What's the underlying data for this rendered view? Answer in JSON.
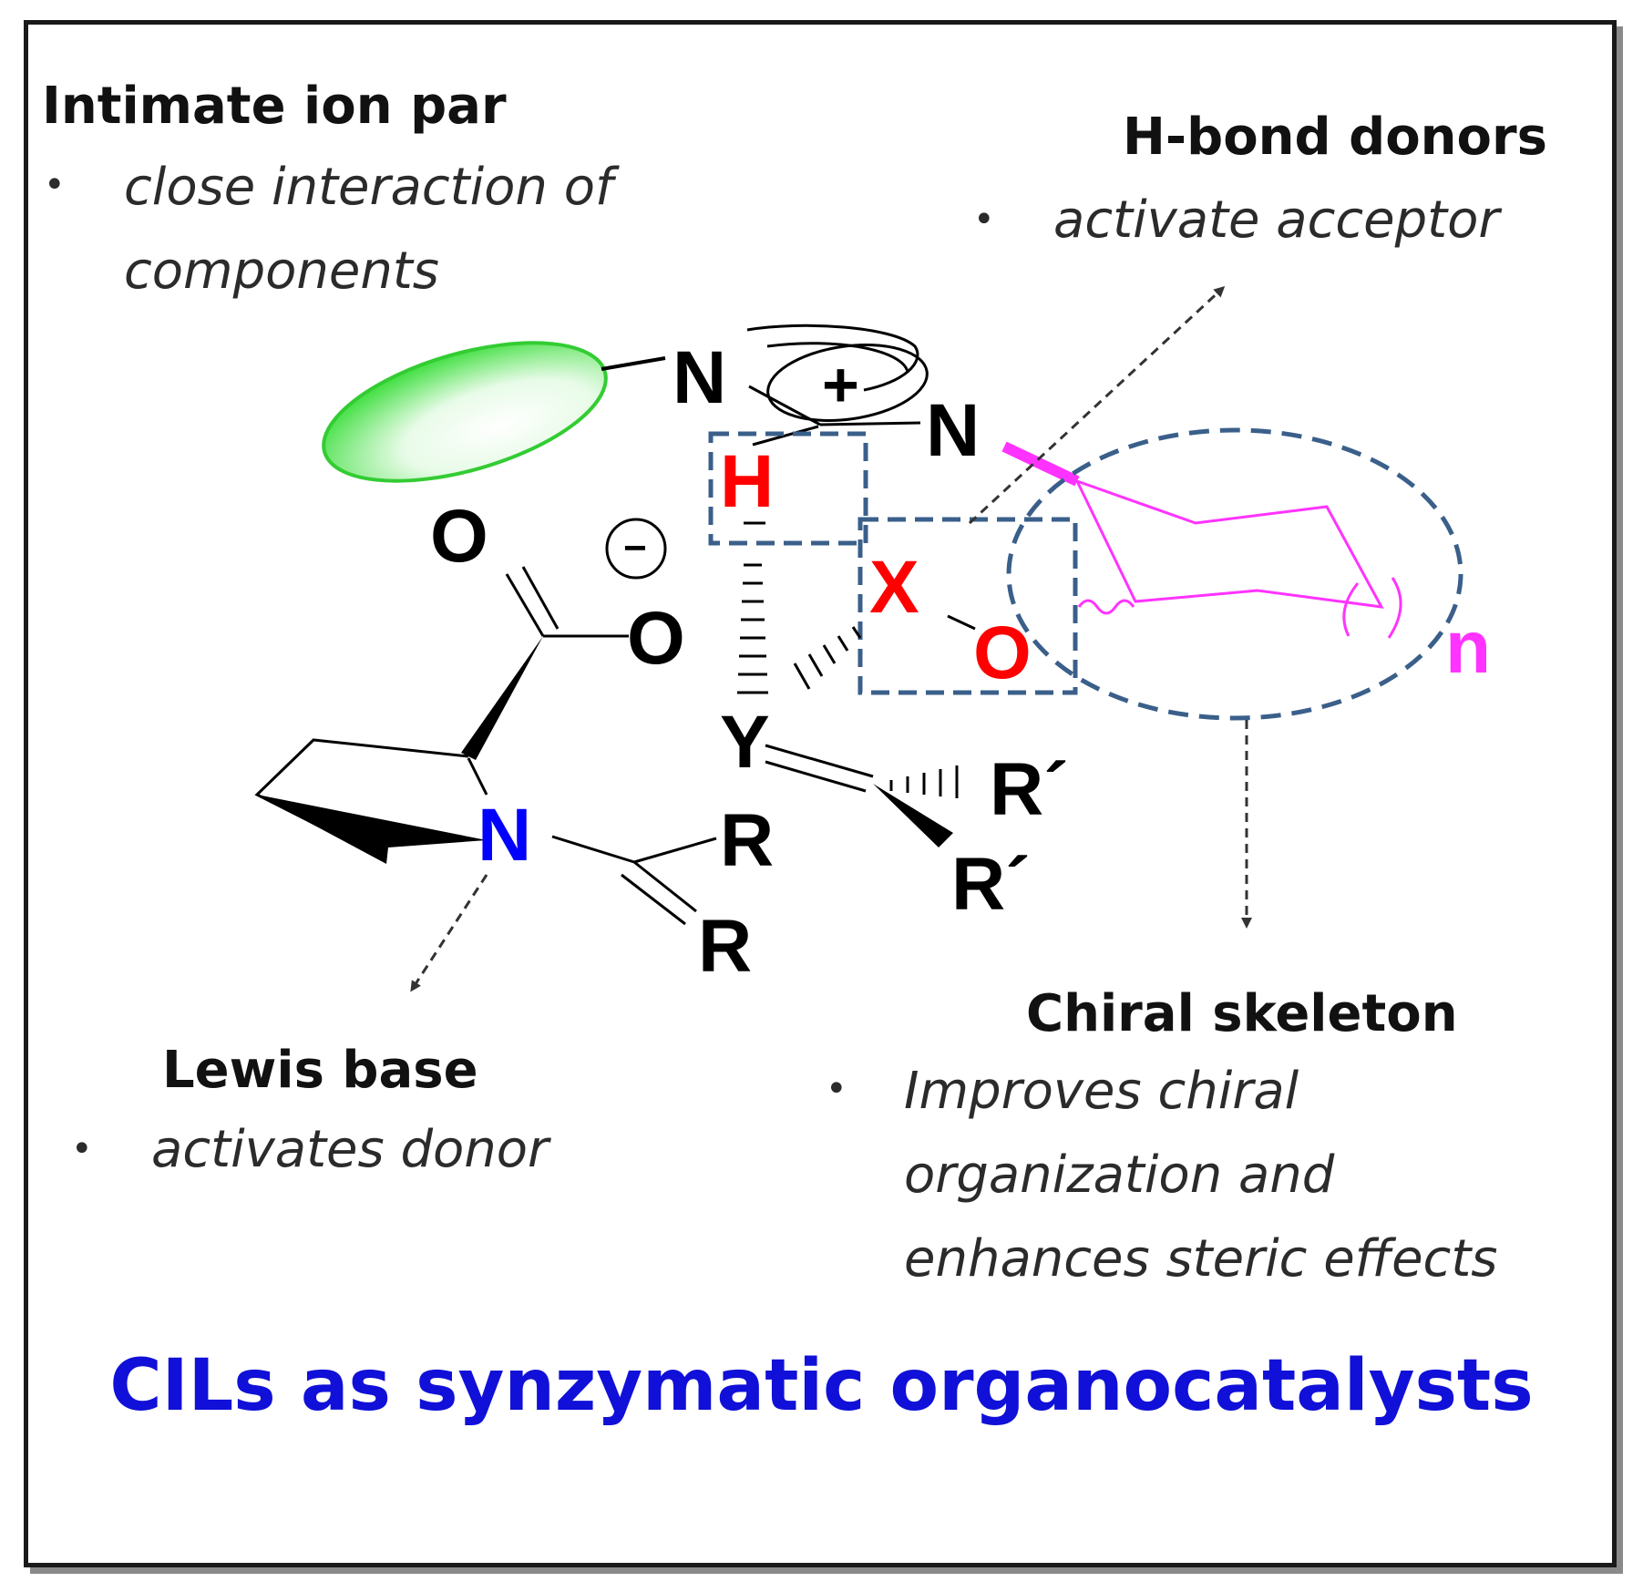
{
  "labels": {
    "ion_pair": {
      "title": "Intimate ion par",
      "note_line1": "close interaction of",
      "note_line2": "components"
    },
    "hbond": {
      "title": "H-bond donors",
      "note": "activate acceptor"
    },
    "lewis": {
      "title": "Lewis base",
      "note": "activates donor"
    },
    "chiral": {
      "title": "Chiral skeleton",
      "note_line1": "Improves chiral",
      "note_line2": "organization and",
      "note_line3": "enhances steric effects"
    },
    "bullet": "•"
  },
  "footer": {
    "title": "CILs as synzymatic organocatalysts"
  },
  "atoms": {
    "n_top": "N",
    "plus": "+",
    "n_right": "N",
    "h": "H",
    "o_carbonyl": "O",
    "minus": "−",
    "x": "X",
    "o_carboxylate": "O",
    "o_red": "O",
    "n_index": "n",
    "y": "Y",
    "r_prime_1": "R´",
    "r_prime_2": "R´",
    "n_blue": "N",
    "r1": "R",
    "r2": "R"
  },
  "colors": {
    "atom_black": "#000000",
    "atom_red": "#ff0000",
    "atom_blue": "#0000ff",
    "chiral_magenta": "#ff33ff",
    "dashed_blue": "#3a5f8a",
    "footer_blue": "#1010d8",
    "substituent_green": "#33dd33"
  }
}
